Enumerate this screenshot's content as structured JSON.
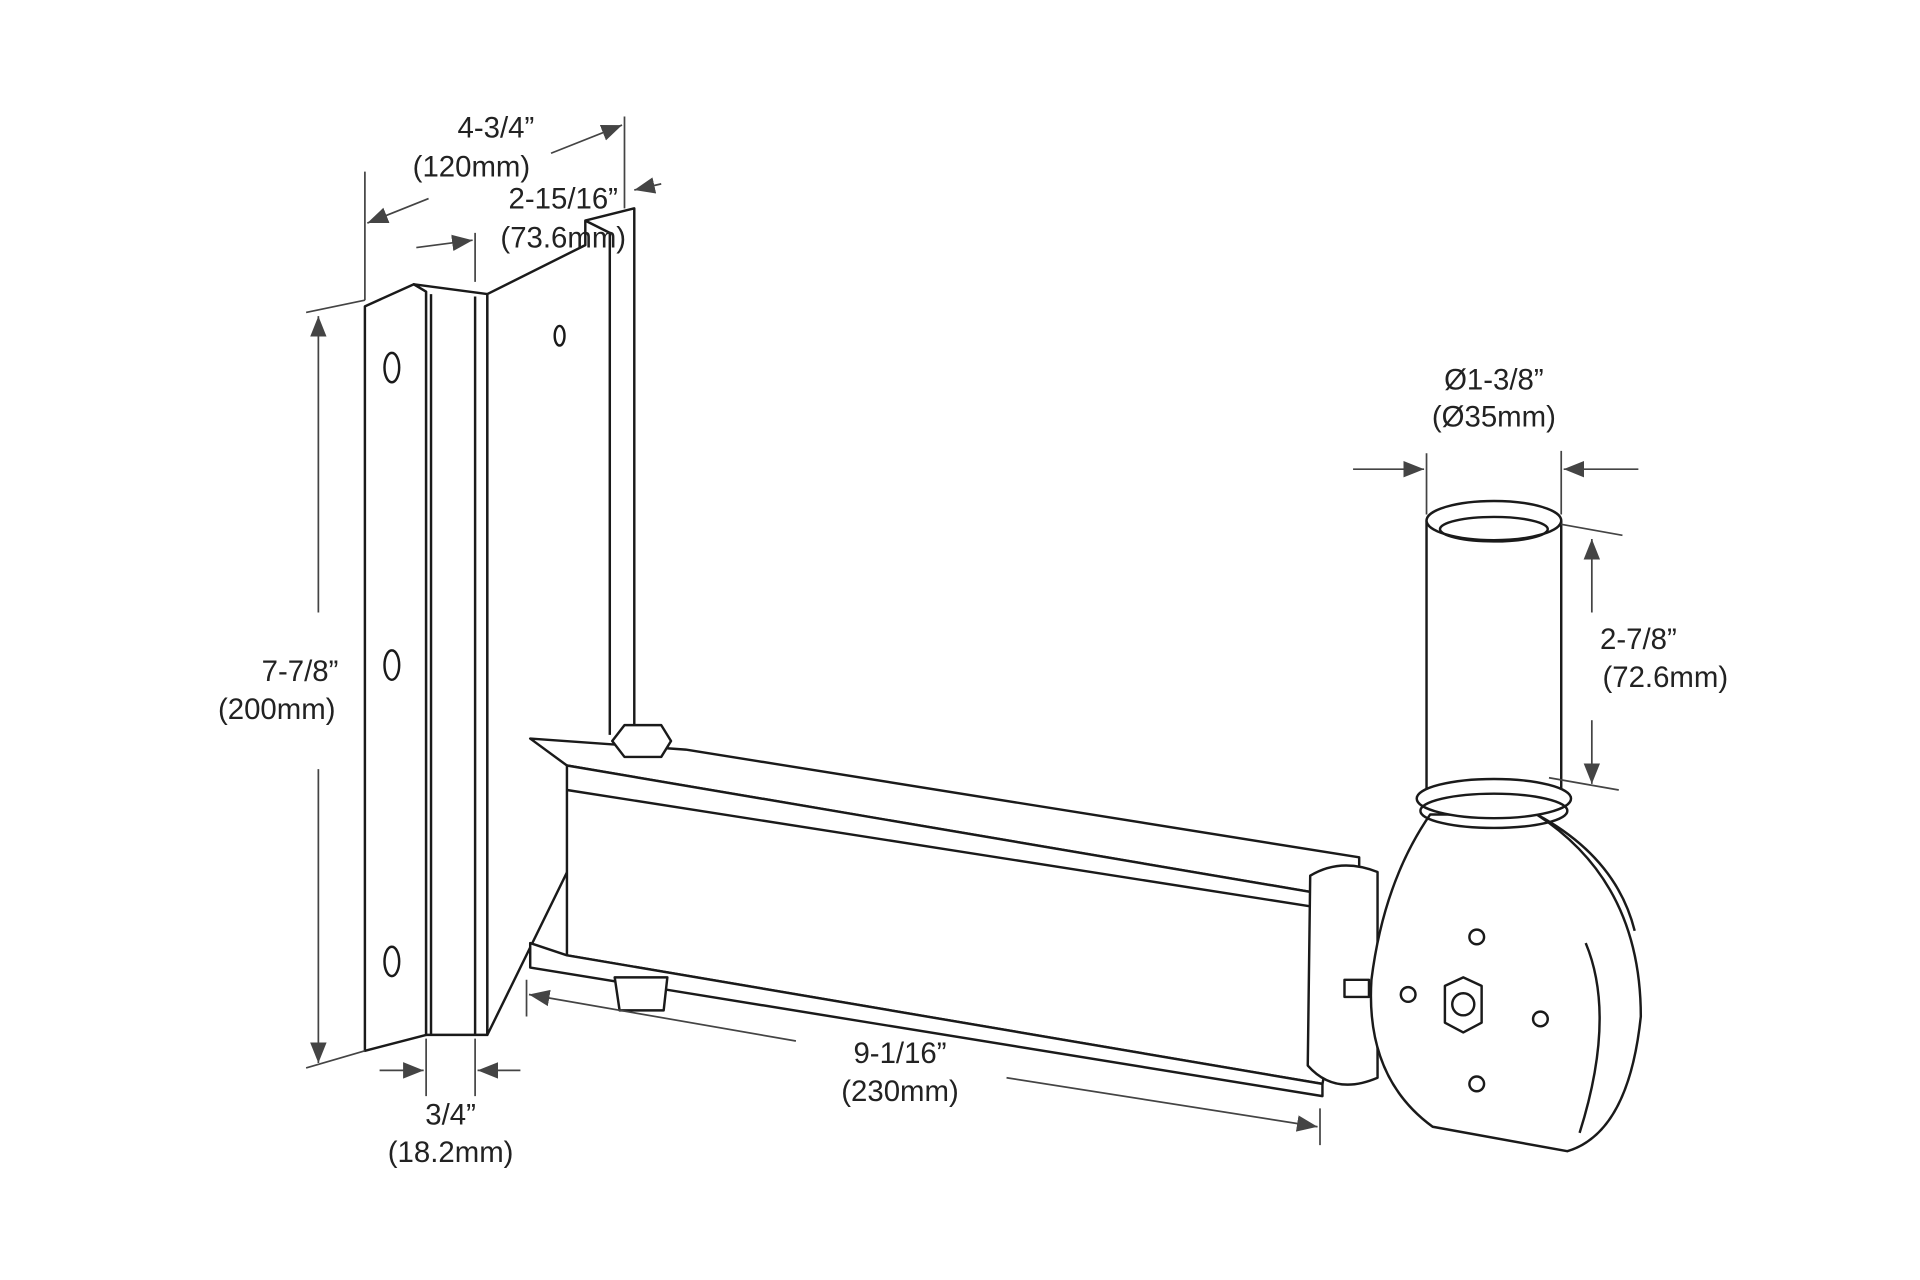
{
  "dimensions": {
    "overall_depth": {
      "imperial": "4-3/4”",
      "metric": "(120mm)"
    },
    "flange_depth": {
      "imperial": "2-15/16”",
      "metric": "(73.6mm)"
    },
    "plate_height": {
      "imperial": "7-7/8”",
      "metric": "(200mm)"
    },
    "plate_width": {
      "imperial": "3/4”",
      "metric": "(18.2mm)"
    },
    "arm_length": {
      "imperial": "9-1/16”",
      "metric": "(230mm)"
    },
    "pole_diameter": {
      "imperial": "Ø1-3/8”",
      "metric": "(Ø35mm)"
    },
    "pole_height": {
      "imperial": "2-7/8”",
      "metric": "(72.6mm)"
    }
  },
  "colors": {
    "line": "#1a1a1a",
    "dimension": "#444444"
  }
}
